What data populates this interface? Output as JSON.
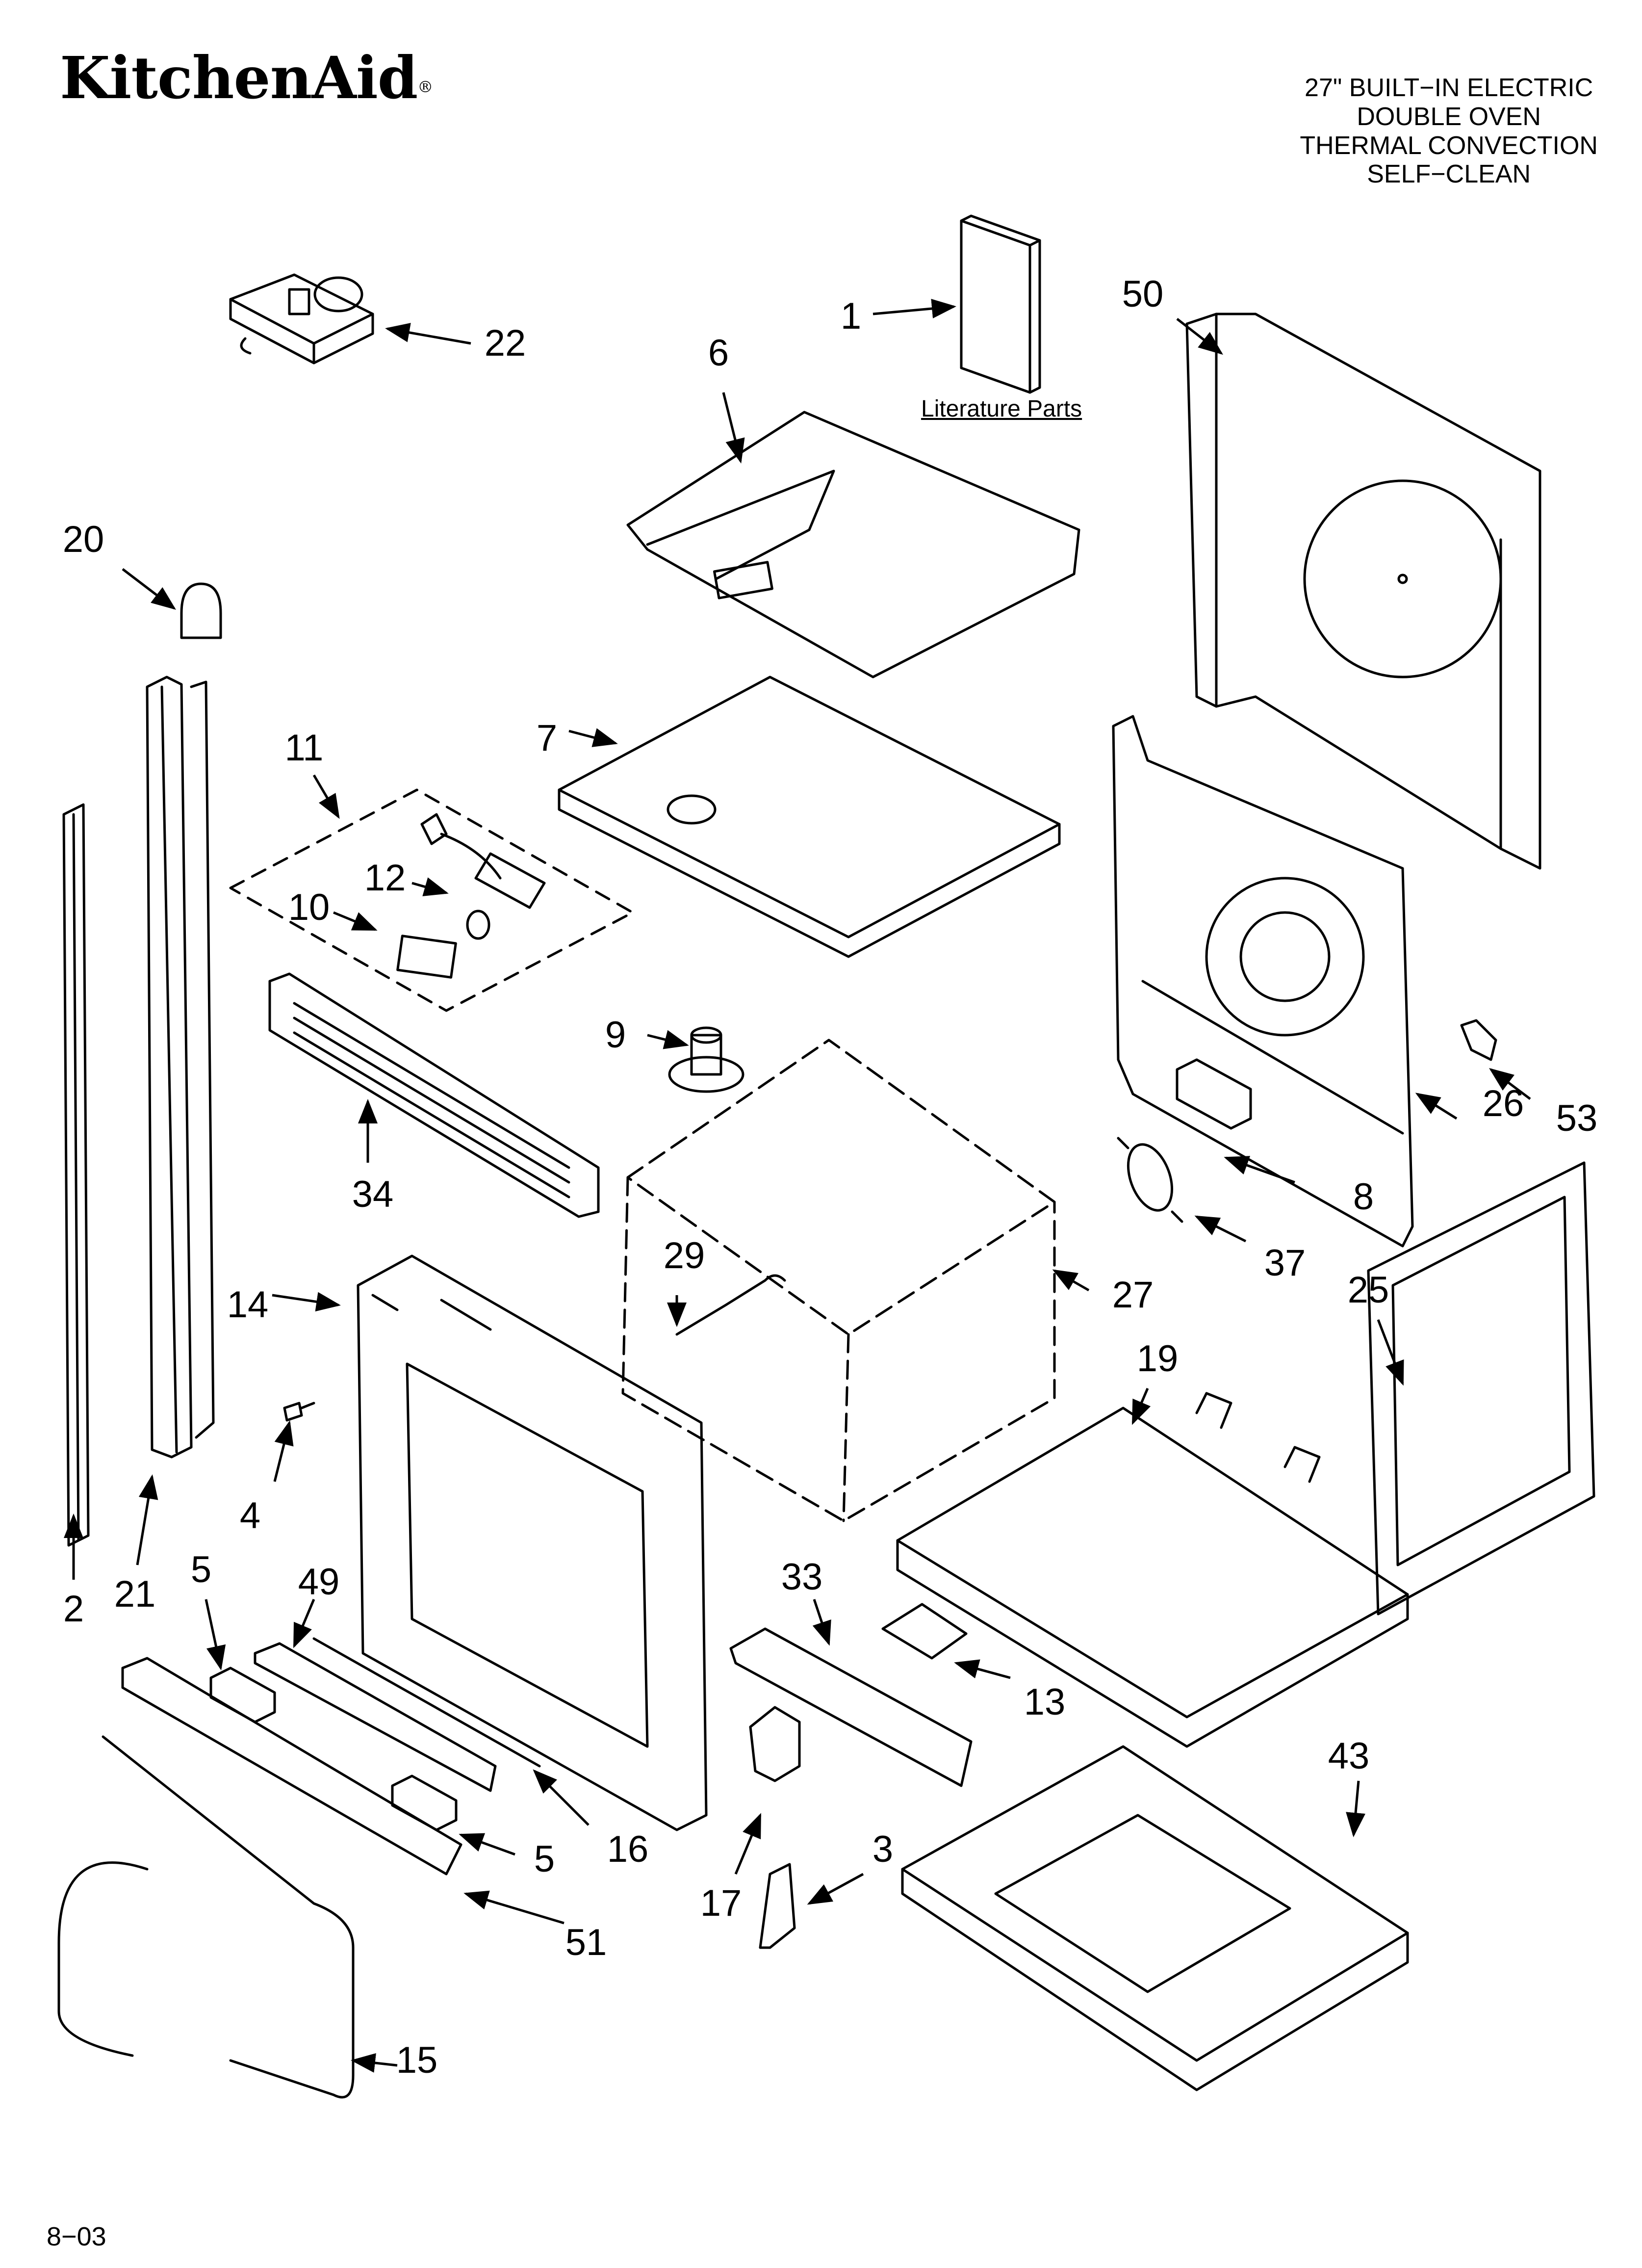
{
  "brand": "KitchenAid",
  "title_lines": [
    "27\" BUILT−IN ELECTRIC",
    "DOUBLE OVEN",
    "THERMAL CONVECTION",
    "SELF−CLEAN"
  ],
  "literature_label": "Literature Parts",
  "footer_code": "8−03",
  "callouts": {
    "c1": "1",
    "c2": "2",
    "c3": "3",
    "c4": "4",
    "c5a": "5",
    "c5b": "5",
    "c6": "6",
    "c7": "7",
    "c8": "8",
    "c9": "9",
    "c10": "10",
    "c11": "11",
    "c12": "12",
    "c13": "13",
    "c14": "14",
    "c15": "15",
    "c16": "16",
    "c17": "17",
    "c19": "19",
    "c20": "20",
    "c21": "21",
    "c22": "22",
    "c25": "25",
    "c26": "26",
    "c27": "27",
    "c29": "29",
    "c33": "33",
    "c34": "34",
    "c37": "37",
    "c43": "43",
    "c49": "49",
    "c50": "50",
    "c51": "51",
    "c53": "53"
  }
}
